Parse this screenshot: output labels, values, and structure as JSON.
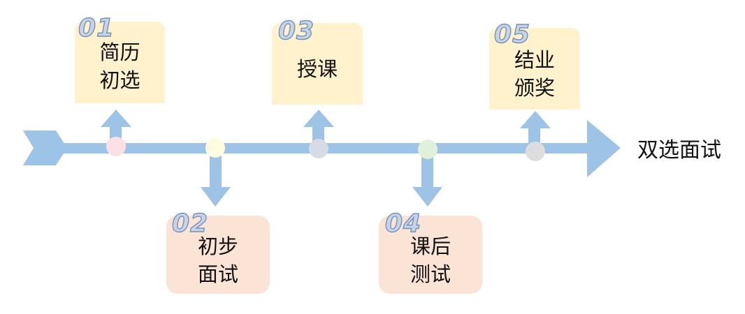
{
  "steps": [
    {
      "number": "01",
      "label": [
        "简历",
        "初选"
      ],
      "direction": "up",
      "dot_color": "#fde0e6"
    },
    {
      "number": "02",
      "label": [
        "初步",
        "面试"
      ],
      "direction": "down",
      "dot_color": "#fefcdc"
    },
    {
      "number": "03",
      "label": [
        "授课"
      ],
      "direction": "up",
      "dot_color": "#d6dbe6"
    },
    {
      "number": "04",
      "label": [
        "课后",
        "测试"
      ],
      "direction": "down",
      "dot_color": "#e1f0d8"
    },
    {
      "number": "05",
      "label": [
        "结业",
        "颁奖"
      ],
      "direction": "up",
      "dot_color": "#dddddd"
    }
  ],
  "end_label": "双选面试",
  "colors": {
    "arrow": "#9dc3e6",
    "box_up": "#fff2cc",
    "box_down": "#fbe3d6",
    "number_outline": "#7391b8"
  }
}
